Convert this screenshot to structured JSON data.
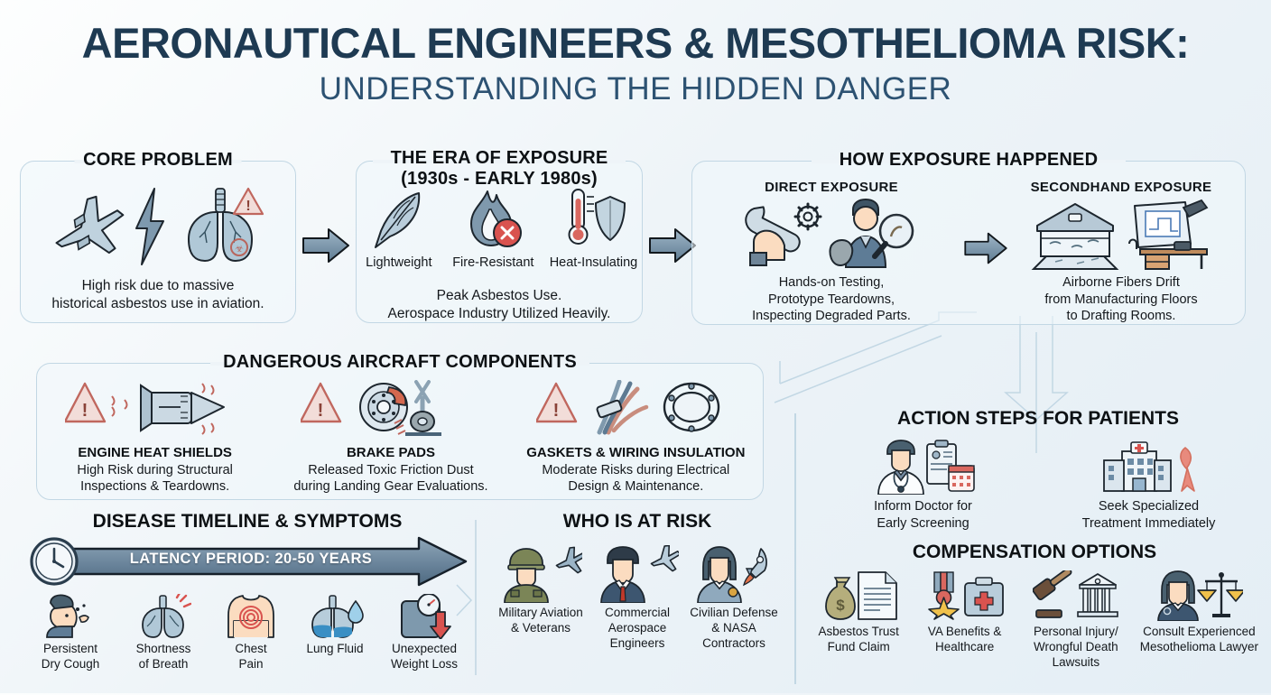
{
  "title": {
    "main": "AERONAUTICAL ENGINEERS & MESOTHELIOMA RISK:",
    "sub": "UNDERSTANDING THE HIDDEN DANGER"
  },
  "colors": {
    "title": "#1e3a52",
    "subtitle": "#2d5272",
    "panel_border": "#c2d7e4",
    "arrow_fill": "#6d8ba5",
    "accent_red": "#d9534f",
    "background": "#eef4f8"
  },
  "core_problem": {
    "heading": "CORE PROBLEM",
    "icons": [
      "airplane-icon",
      "lightning-bolt-icon",
      "lungs-warning-icon"
    ],
    "caption": "High risk due to massive\nhistorical asbestos use in aviation."
  },
  "era_of_exposure": {
    "heading_line1": "THE ERA OF EXPOSURE",
    "heading_line2": "(1930s - EARLY 1980s)",
    "properties": [
      {
        "label": "Lightweight",
        "icon": "feather-icon"
      },
      {
        "label": "Fire-Resistant",
        "icon": "flame-blocked-icon"
      },
      {
        "label": "Heat-Insulating",
        "icon": "thermometer-shield-icon"
      }
    ],
    "caption": "Peak Asbestos Use.\nAerospace Industry Utilized Heavily."
  },
  "how_exposure_happened": {
    "heading": "HOW EXPOSURE HAPPENED",
    "columns": [
      {
        "subheading": "DIRECT EXPOSURE",
        "icons": [
          "wrench-hand-gear-icon",
          "inspector-magnifier-icon"
        ],
        "caption": "Hands-on Testing,\nPrototype Teardowns,\nInspecting Degraded Parts."
      },
      {
        "subheading": "SECONDHAND EXPOSURE",
        "icons": [
          "factory-fibers-icon",
          "drafting-desk-icon"
        ],
        "caption": "Airborne Fibers Drift\nfrom Manufacturing Floors\nto Drafting Rooms."
      }
    ]
  },
  "dangerous_components": {
    "heading": "DANGEROUS AIRCRAFT COMPONENTS",
    "items": [
      {
        "name": "ENGINE HEAT SHIELDS",
        "icon": "jet-engine-heat-icon",
        "caption": "High Risk during Structural\nInspections & Teardowns."
      },
      {
        "name": "BRAKE PADS",
        "icon": "brake-rotor-landing-gear-icon",
        "caption": "Released Toxic Friction Dust\nduring Landing Gear Evaluations."
      },
      {
        "name": "GASKETS & WIRING INSULATION",
        "icon": "wires-gasket-icon",
        "caption": "Moderate Risks during Electrical\nDesign & Maintenance."
      }
    ]
  },
  "disease_timeline": {
    "heading": "DISEASE TIMELINE & SYMPTOMS",
    "latency_label": "LATENCY PERIOD: 20-50 YEARS",
    "clock_icon": "clock-icon",
    "symptoms": [
      {
        "label": "Persistent\nDry Cough",
        "icon": "coughing-person-icon"
      },
      {
        "label": "Shortness\nof Breath",
        "icon": "lungs-pain-icon"
      },
      {
        "label": "Chest\nPain",
        "icon": "chest-pain-icon"
      },
      {
        "label": "Lung Fluid",
        "icon": "lungs-fluid-icon"
      },
      {
        "label": "Unexpected\nWeight Loss",
        "icon": "weight-scale-down-icon"
      }
    ]
  },
  "who_is_at_risk": {
    "heading": "WHO IS AT RISK",
    "groups": [
      {
        "label": "Military Aviation\n& Veterans",
        "icon": "soldier-jet-icon"
      },
      {
        "label": "Commercial\nAerospace\nEngineers",
        "icon": "businessman-airliner-icon"
      },
      {
        "label": "Civilian Defense\n& NASA\nContractors",
        "icon": "woman-rocket-icon"
      }
    ]
  },
  "action_steps": {
    "heading": "ACTION STEPS FOR PATIENTS",
    "steps": [
      {
        "label": "Inform Doctor for\nEarly Screening",
        "icon": "doctor-clipboard-icon"
      },
      {
        "label": "Seek Specialized\nTreatment Immediately",
        "icon": "hospital-ribbon-icon"
      }
    ]
  },
  "compensation_options": {
    "heading": "COMPENSATION OPTIONS",
    "options": [
      {
        "label": "Asbestos Trust\nFund Claim",
        "icon": "money-bag-document-icon"
      },
      {
        "label": "VA Benefits &\nHealthcare",
        "icon": "medal-first-aid-kit-icon"
      },
      {
        "label": "Personal Injury/\nWrongful Death\nLawsuits",
        "icon": "gavel-courthouse-icon"
      },
      {
        "label": "Consult Experienced\nMesothelioma Lawyer",
        "icon": "lawyer-scales-icon"
      }
    ]
  }
}
